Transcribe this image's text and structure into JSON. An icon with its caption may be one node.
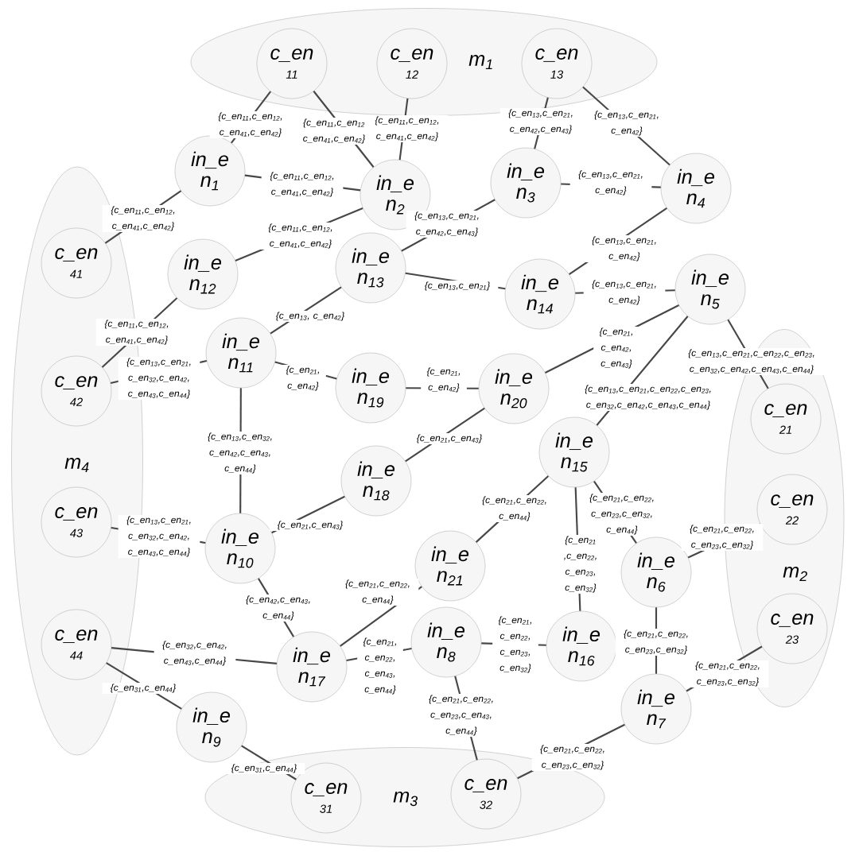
{
  "diagram": {
    "nodes": [
      {
        "text": [
          "m$_{1}$"
        ]
      },
      {
        "text": [
          "c_en",
          "11"
        ],
        "in": 0
      },
      {
        "text": [
          "c_en",
          "12"
        ],
        "in": 0
      },
      {
        "text": [
          "c_en",
          "13"
        ],
        "in": 0
      },
      {
        "text": [
          "m$_{4}$"
        ]
      },
      {
        "text": [
          "c_en",
          "41"
        ],
        "in": 4
      },
      {
        "text": [
          "c_en",
          "42"
        ],
        "in": 4
      },
      {
        "text": [
          "c_en",
          "43"
        ],
        "in": 4
      },
      {
        "text": [
          "c_en",
          "44"
        ],
        "in": 4
      },
      {
        "text": [
          "m$_{2}$"
        ]
      },
      {
        "text": [
          "c_en",
          "21"
        ],
        "in": 9
      },
      {
        "text": [
          "c_en",
          "22"
        ],
        "in": 9
      },
      {
        "text": [
          "c_en",
          "23"
        ],
        "in": 9
      },
      {
        "text": [
          "m$_{3}$"
        ]
      },
      {
        "text": [
          "c_en",
          "31"
        ],
        "in": 13
      },
      {
        "text": [
          "c_en",
          "32"
        ],
        "in": 13
      },
      {
        "text": [
          "in_e",
          "n$_{1}$"
        ]
      },
      {
        "text": [
          "in_e",
          "n$_{2}$"
        ]
      },
      {
        "text": [
          "in_e",
          "n$_{3}$"
        ]
      },
      {
        "text": [
          "in_e",
          "n$_{4}$"
        ]
      },
      {
        "text": [
          "in_e",
          "n$_{5}$"
        ]
      },
      {
        "text": [
          "in_e",
          "n$_{6}$"
        ]
      },
      {
        "text": [
          "in_e",
          "n$_{7}$"
        ]
      },
      {
        "text": [
          "in_e",
          "n$_{8}$"
        ]
      },
      {
        "text": [
          "in_e",
          "n$_{9}$"
        ]
      },
      {
        "text": [
          "in_e",
          "n$_{10}$"
        ]
      },
      {
        "text": [
          "in_e",
          "n$_{11}$"
        ]
      },
      {
        "text": [
          "in_e",
          "n$_{12}$"
        ]
      },
      {
        "text": [
          "in_e",
          "n$_{13}$"
        ]
      },
      {
        "text": [
          "in_e",
          "n$_{14}$"
        ]
      },
      {
        "text": [
          "in_e",
          "n$_{15}$"
        ]
      },
      {
        "text": [
          "in_e",
          "n$_{16}$"
        ]
      },
      {
        "text": [
          "in_e",
          "n$_{17}$"
        ]
      },
      {
        "text": [
          "in_e",
          "n$_{18}$"
        ]
      },
      {
        "text": [
          "in_e",
          "n$_{19}$"
        ]
      },
      {
        "text": [
          "in_e",
          "n$_{20}$"
        ]
      },
      {
        "text": [
          "in_e",
          "n$_{21}$"
        ]
      }
    ],
    "edges": [
      {
        "from": 1,
        "to": 16,
        "arrow": "none",
        "label": "{c_en$_{11}$,c_en$_{12}$, c_en$_{41}$,c_en$_{42}$}"
      },
      {
        "from": 1,
        "to": 17,
        "arrow": "none",
        "label": "{c_en$_{11}$,c_en$_{12}$ c_en$_{41}$,c_en$_{42}$}"
      },
      {
        "from": 2,
        "to": 17,
        "arrow": "none",
        "label": "{c_en$_{11}$,c_en$_{12}$, c_en$_{41}$,c_en$_{42}$}"
      },
      {
        "from": 3,
        "to": 18,
        "arrow": "none",
        "label": "{c_en$_{13}$,c_en$_{21}$, c_en$_{42}$,c_en$_{43}$}"
      },
      {
        "from": 3,
        "to": 19,
        "arrow": "none",
        "label": "{c_en$_{13}$,c_en$_{21}$, c_en$_{42}$}"
      },
      {
        "from": 16,
        "to": 17,
        "arrow": "none",
        "label": "{c_en$_{11}$,c_en$_{12}$, c_en$_{41}$,c_en$_{42}$}"
      },
      {
        "from": 5,
        "to": 16,
        "arrow": "none",
        "label": "{c_en$_{11}$,c_en$_{12}$, c_en$_{41}$,c_en$_{42}$}"
      },
      {
        "from": 18,
        "to": 19,
        "arrow": "none",
        "label": "{c_en$_{13}$,c_en$_{21}$, c_en$_{42}$}"
      },
      {
        "from": 17,
        "to": 27,
        "arrow": "none",
        "label": "{c_en$_{11}$,c_en$_{12}$, c_en$_{41}$,c_en$_{42}$}"
      },
      {
        "from": 18,
        "to": 28,
        "arrow": "none",
        "label": "{c_en$_{13}$,c_en$_{21}$, c_en$_{42}$,c_en$_{43}$}"
      },
      {
        "from": 19,
        "to": 29,
        "arrow": "none",
        "label": "{c_en$_{13}$,c_en$_{21}$, c_en$_{42}$}"
      },
      {
        "from": 28,
        "to": 29,
        "arrow": "none",
        "label": "{c_en$_{13}$,c_en$_{21}$}"
      },
      {
        "from": 29,
        "to": 20,
        "arrow": "none",
        "label": "{c_en$_{13}$,c_en$_{21}$, c_en$_{42}$}"
      },
      {
        "from": 27,
        "to": 6,
        "arrow": "none",
        "label": "{c_en$_{11}$,c_en$_{12}$, c_en$_{41}$,c_en$_{42}$}"
      },
      {
        "from": 28,
        "to": 26,
        "arrow": "none",
        "label": "{c_en$_{13}$, c_en$_{42}$}"
      },
      {
        "from": 6,
        "to": 26,
        "arrow": "none",
        "label": "{c_en$_{13}$,c_en$_{21}$, c_en$_{32}$,c_en$_{42}$, c_en$_{43}$,c_en$_{44}$}"
      },
      {
        "from": 26,
        "to": 34,
        "arrow": "none",
        "label": "{c_en$_{21}$, c_en$_{42}$}"
      },
      {
        "from": 34,
        "to": 35,
        "arrow": "none",
        "label": "{c_en$_{21}$, c_en$_{42}$}"
      },
      {
        "from": 35,
        "to": 20,
        "arrow": "none",
        "label": "{c_en$_{21}$, c_en$_{42}$, c_en$_{43}$}"
      },
      {
        "from": 20,
        "to": 10,
        "arrow": "none",
        "label": "{c_en$_{13}$,c_en$_{21}$,c_en$_{22}$,c_en$_{23}$, c_en$_{32}$,c_en$_{42}$,c_en$_{43}$,c_en$_{44}$}"
      },
      {
        "from": 26,
        "to": 25,
        "arrow": "none",
        "label": "{c_en$_{13}$,c_en$_{32}$, c_en$_{42}$,c_en$_{43}$, c_en$_{44}$}"
      },
      {
        "from": 35,
        "to": 33,
        "arrow": "none",
        "label": "{c_en$_{21}$,c_en$_{43}$}"
      },
      {
        "from": 20,
        "to": 30,
        "arrow": "none",
        "label": "{c_en$_{13}$,c_en$_{21}$,c_en$_{22}$,c_en$_{23}$, c_en$_{32}$,c_en$_{42}$,c_en$_{43}$,c_en$_{44}$}"
      },
      {
        "from": 30,
        "to": 36,
        "arrow": "none",
        "label": "{c_en$_{21}$,c_en$_{22}$, c_en$_{44}$}"
      },
      {
        "from": 30,
        "to": 31,
        "arrow": "none",
        "label": "{c_en$_{21}$ ,c_en$_{22}$, c_en$_{23}$, c_en$_{32}$}"
      },
      {
        "from": 30,
        "to": 21,
        "arrow": "none",
        "label": "{c_en$_{21}$,c_en$_{22}$, c_en$_{23}$,c_en$_{32}$, c_en$_{44}$}"
      },
      {
        "from": 21,
        "to": 11,
        "arrow": "none",
        "label": "{c_en$_{21}$,c_en$_{22}$, c_en$_{23}$,c_en$_{32}$}"
      },
      {
        "from": 21,
        "to": 22,
        "arrow": "none",
        "label": "{c_en$_{21}$,c_en$_{22}$, c_en$_{23}$,c_en$_{32}$}"
      },
      {
        "from": 22,
        "to": 12,
        "arrow": "none",
        "label": "{c_en$_{21}$,c_en$_{22}$, c_en$_{23}$,c_en$_{32}$}"
      },
      {
        "from": 22,
        "to": 15,
        "arrow": "none",
        "label": "{c_en$_{21}$,c_en$_{22}$, c_en$_{23}$,c_en$_{32}$}"
      },
      {
        "from": 23,
        "to": 31,
        "arrow": "none",
        "label": "{c_en$_{21}$, c_en$_{22}$, c_en$_{23}$, c_en$_{32}$}"
      },
      {
        "from": 23,
        "to": 15,
        "arrow": "none",
        "label": "{c_en$_{21}$,c_en$_{22}$, c_en$_{23}$,c_en$_{43}$, c_en$_{44}$}"
      },
      {
        "from": 32,
        "to": 23,
        "arrow": "none",
        "label": "{c_en$_{21}$, c_en$_{22}$, c_en$_{43}$, c_en$_{44}$}"
      },
      {
        "from": 25,
        "to": 32,
        "arrow": "none",
        "label": "{c_en$_{42}$,c_en$_{43}$, c_en$_{44}$}"
      },
      {
        "from": 8,
        "to": 32,
        "arrow": "none",
        "label": "{c_en$_{32}$,c_en$_{42}$, c_en$_{43}$,c_en$_{44}$}"
      },
      {
        "from": 8,
        "to": 24,
        "arrow": "none",
        "label": "{c_en$_{31}$,c_en$_{44}$}"
      },
      {
        "from": 24,
        "to": 14,
        "arrow": "none",
        "label": "{c_en$_{31}$,c_en$_{44}$}"
      },
      {
        "from": 7,
        "to": 25,
        "arrow": "none",
        "label": "{c_en$_{13}$,c_en$_{21}$, c_en$_{32}$,c_en$_{42}$, c_en$_{43}$,c_en$_{44}$}"
      },
      {
        "from": 25,
        "to": 33,
        "arrow": "none",
        "label": "{c_en$_{21}$,c_en$_{43}$}"
      },
      {
        "from": 36,
        "to": 32,
        "arrow": "none",
        "label": "{c_en$_{21}$,c_en$_{22}$, c_en$_{44}$}"
      }
    ]
  }
}
